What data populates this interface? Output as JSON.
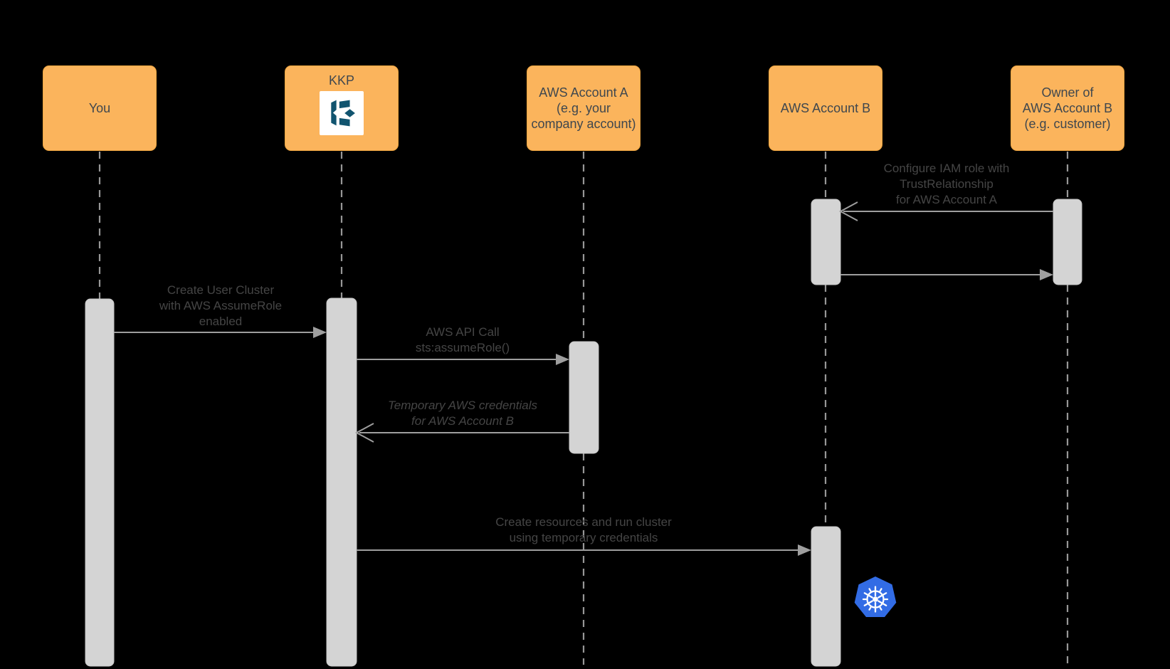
{
  "diagram": {
    "type": "sequence-diagram",
    "background": "#000000",
    "colors": {
      "actor_fill": "#FBB45C",
      "actor_border": "#F0A640",
      "actor_text": "#3F474E",
      "activation_bar_fill": "#D4D4D4",
      "activation_bar_border": "#C6C6C6",
      "line": "#9E9E9E",
      "message_text": "#454545",
      "kubermatic_blue": "#11546F",
      "kubernetes_blue": "#326CE5",
      "logo_background": "#FFFFFF"
    },
    "actors": [
      {
        "id": "you",
        "label": "You"
      },
      {
        "id": "kkp",
        "label": "KKP",
        "icon": "kubermatic-logo"
      },
      {
        "id": "aws-account-a",
        "label": "AWS Account A\n(e.g. your\ncompany account)"
      },
      {
        "id": "aws-account-b",
        "label": "AWS Account B"
      },
      {
        "id": "owner-aws-account-b",
        "label": "Owner of\nAWS Account B\n(e.g. customer)"
      }
    ],
    "messages": [
      {
        "id": "configure-iam-role",
        "from": "owner-aws-account-b",
        "to": "aws-account-b",
        "arrowhead": "open",
        "label": "Configure IAM role with\nTrustRelationship\nfor AWS Account A"
      },
      {
        "id": "iam-role-configured-reply",
        "from": "aws-account-b",
        "to": "owner-aws-account-b",
        "arrowhead": "filled",
        "label": ""
      },
      {
        "id": "create-user-cluster",
        "from": "you",
        "to": "kkp",
        "arrowhead": "filled",
        "label": "Create User Cluster\nwith AWS AssumeRole\nenabled"
      },
      {
        "id": "aws-api-call",
        "from": "kkp",
        "to": "aws-account-a",
        "arrowhead": "filled",
        "label": "AWS API Call\nsts:assumeRole()"
      },
      {
        "id": "temporary-credentials",
        "from": "aws-account-a",
        "to": "kkp",
        "arrowhead": "open",
        "italic": true,
        "label": "Temporary AWS credentials\nfor AWS Account B"
      },
      {
        "id": "create-resources",
        "from": "kkp",
        "to": "aws-account-b",
        "arrowhead": "filled",
        "label": "Create resources and run cluster\nusing temporary credentials"
      }
    ],
    "icons": [
      {
        "id": "kubermatic-logo",
        "meaning": "Kubermatic KKP product logo"
      },
      {
        "id": "kubernetes-logo",
        "meaning": "Kubernetes cluster running in AWS Account B"
      }
    ]
  }
}
